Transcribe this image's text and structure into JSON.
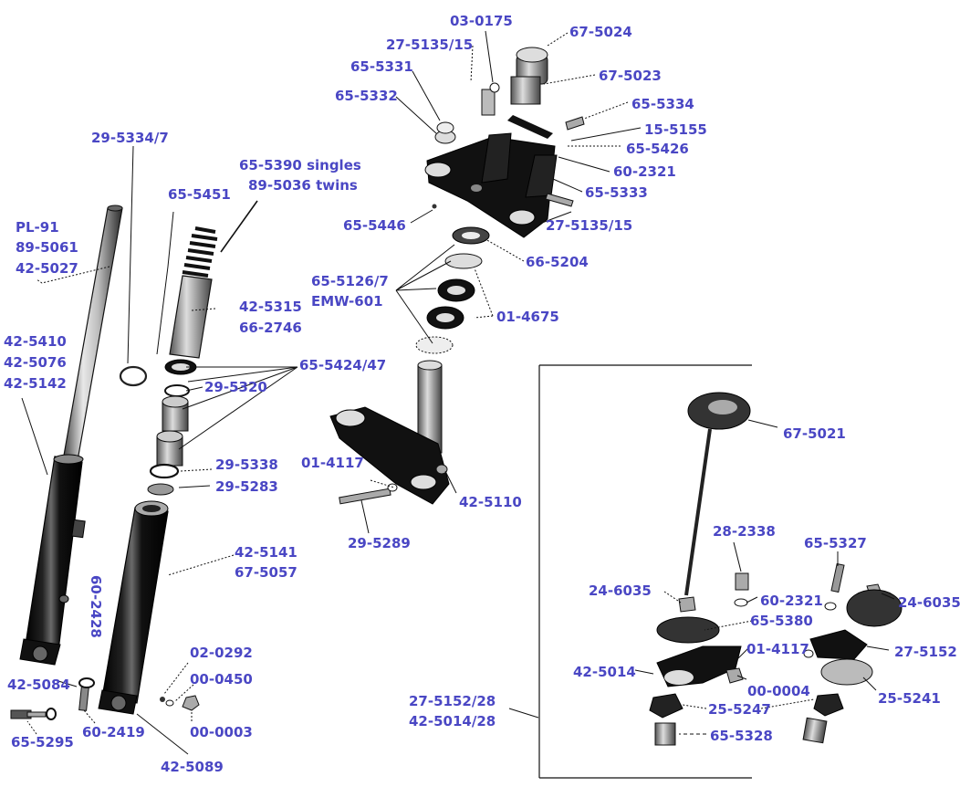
{
  "diagram": {
    "labels": {
      "l_03_0175": "03-0175",
      "l_67_5024": "67-5024",
      "l_27_5135_15a": "27-5135/15",
      "l_65_5331": "65-5331",
      "l_67_5023": "67-5023",
      "l_65_5332": "65-5332",
      "l_65_5334": "65-5334",
      "l_15_5155": "15-5155",
      "l_65_5426": "65-5426",
      "l_29_5334_7": "29-5334/7",
      "l_65_5390_singles": "65-5390 singles",
      "l_89_5036_twins": "89-5036 twins",
      "l_60_2321a": "60-2321",
      "l_65_5333": "65-5333",
      "l_65_5451": "65-5451",
      "l_65_5446": "65-5446",
      "l_27_5135_15b": "27-5135/15",
      "l_pl_91": "PL-91",
      "l_89_5061": "89-5061",
      "l_42_5027": "42-5027",
      "l_66_5204": "66-5204",
      "l_65_5126_7": "65-5126/7",
      "l_emw_601": "EMW-601",
      "l_42_5315": "42-5315",
      "l_66_2746": "66-2746",
      "l_01_4675": "01-4675",
      "l_42_5410": "42-5410",
      "l_42_5076": "42-5076",
      "l_42_5142": "42-5142",
      "l_65_5424_47": "65-5424/47",
      "l_29_5320": "29-5320",
      "l_67_5021": "67-5021",
      "l_29_5338": "29-5338",
      "l_29_5283": "29-5283",
      "l_01_4117a": "01-4117",
      "l_42_5110": "42-5110",
      "l_29_5289": "29-5289",
      "l_28_2338": "28-2338",
      "l_65_5327": "65-5327",
      "l_42_5141": "42-5141",
      "l_67_5057": "67-5057",
      "l_60_2428": "60-2428",
      "l_24_6035a": "24-6035",
      "l_60_2321b": "60-2321",
      "l_24_6035b": "24-6035",
      "l_65_5380": "65-5380",
      "l_02_0292": "02-0292",
      "l_01_4117b": "01-4117",
      "l_27_5152": "27-5152",
      "l_42_5014": "42-5014",
      "l_00_0450": "00-0450",
      "l_00_0004": "00-0004",
      "l_42_5084": "42-5084",
      "l_27_5152_28": "27-5152/28",
      "l_42_5014_28": "42-5014/28",
      "l_25_5247": "25-5247",
      "l_25_5241": "25-5241",
      "l_65_5295": "65-5295",
      "l_60_2419": "60-2419",
      "l_00_0003": "00-0003",
      "l_65_5328": "65-5328",
      "l_42_5089": "42-5089"
    }
  }
}
